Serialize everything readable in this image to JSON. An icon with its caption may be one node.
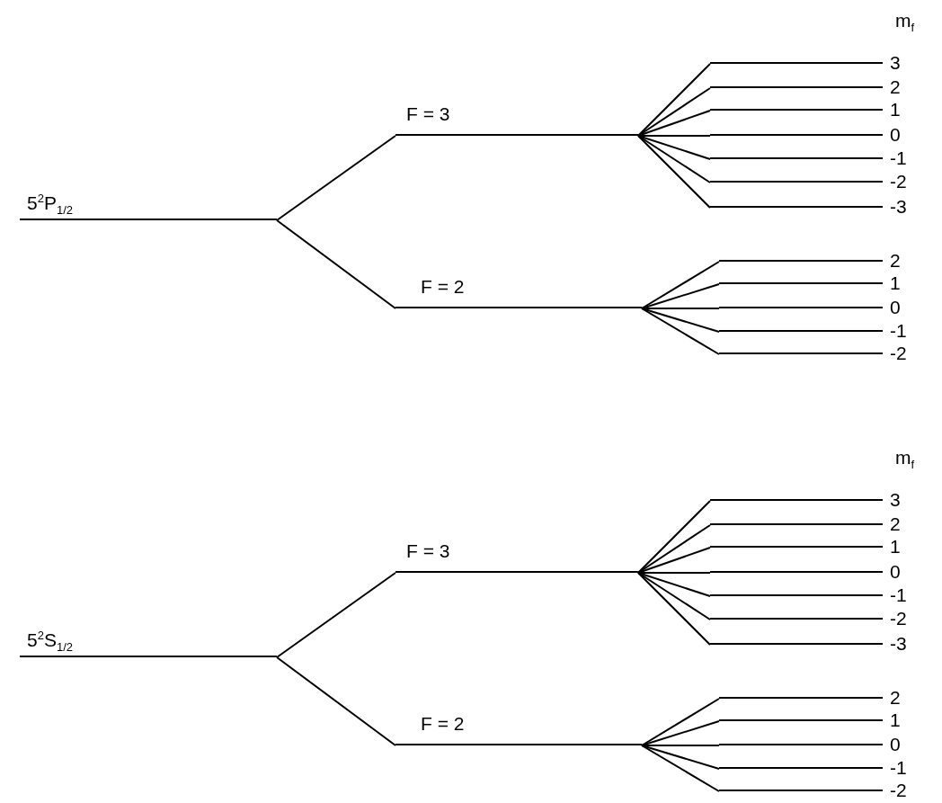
{
  "diagram": {
    "nodes": [
      {
        "text": [
          "5$^{2}$P$_{1/2}$"
        ]
      },
      {
        "text": [
          "F = 3"
        ]
      },
      {
        "text": [
          "3"
        ]
      },
      {
        "text": [
          "2"
        ]
      },
      {
        "text": [
          "1"
        ]
      },
      {
        "text": [
          "0"
        ]
      },
      {
        "text": [
          "-1"
        ]
      },
      {
        "text": [
          "-2"
        ]
      },
      {
        "text": [
          "-3"
        ]
      },
      {
        "text": [
          "F = 2"
        ]
      },
      {
        "text": [
          "2"
        ]
      },
      {
        "text": [
          "1"
        ]
      },
      {
        "text": [
          "0"
        ]
      },
      {
        "text": [
          "-1"
        ]
      },
      {
        "text": [
          "-2"
        ]
      },
      {
        "text": [
          "5$^{2}$S$_{1/2}$"
        ]
      },
      {
        "text": [
          "F = 3"
        ]
      },
      {
        "text": [
          "3"
        ]
      },
      {
        "text": [
          "2"
        ]
      },
      {
        "text": [
          "1"
        ]
      },
      {
        "text": [
          "0"
        ]
      },
      {
        "text": [
          "-1"
        ]
      },
      {
        "text": [
          "-2"
        ]
      },
      {
        "text": [
          "-3"
        ]
      },
      {
        "text": [
          "F = 2"
        ]
      },
      {
        "text": [
          "2"
        ]
      },
      {
        "text": [
          "1"
        ]
      },
      {
        "text": [
          "0"
        ]
      },
      {
        "text": [
          "-1"
        ]
      },
      {
        "text": [
          "-2"
        ]
      }
    ],
    "edges": [
      {
        "from": 0,
        "to": 1,
        "arrow": "none"
      },
      {
        "from": 0,
        "to": 9,
        "arrow": "none"
      },
      {
        "from": 1,
        "to": 2,
        "arrow": "none"
      },
      {
        "from": 1,
        "to": 3,
        "arrow": "none"
      },
      {
        "from": 1,
        "to": 4,
        "arrow": "none"
      },
      {
        "from": 1,
        "to": 5,
        "arrow": "none"
      },
      {
        "from": 1,
        "to": 6,
        "arrow": "none"
      },
      {
        "from": 1,
        "to": 7,
        "arrow": "none"
      },
      {
        "from": 1,
        "to": 8,
        "arrow": "none"
      },
      {
        "from": 9,
        "to": 10,
        "arrow": "none"
      },
      {
        "from": 9,
        "to": 11,
        "arrow": "none"
      },
      {
        "from": 9,
        "to": 12,
        "arrow": "none"
      },
      {
        "from": 9,
        "to": 13,
        "arrow": "none"
      },
      {
        "from": 9,
        "to": 14,
        "arrow": "none"
      },
      {
        "from": 15,
        "to": 16,
        "arrow": "none"
      },
      {
        "from": 15,
        "to": 24,
        "arrow": "none"
      },
      {
        "from": 16,
        "to": 17,
        "arrow": "none"
      },
      {
        "from": 16,
        "to": 18,
        "arrow": "none"
      },
      {
        "from": 16,
        "to": 19,
        "arrow": "none"
      },
      {
        "from": 16,
        "to": 20,
        "arrow": "none"
      },
      {
        "from": 16,
        "to": 21,
        "arrow": "none"
      },
      {
        "from": 16,
        "to": 22,
        "arrow": "none"
      },
      {
        "from": 16,
        "to": 23,
        "arrow": "none"
      },
      {
        "from": 24,
        "to": 25,
        "arrow": "none"
      },
      {
        "from": 24,
        "to": 26,
        "arrow": "none"
      },
      {
        "from": 24,
        "to": 27,
        "arrow": "none"
      },
      {
        "from": 24,
        "to": 28,
        "arrow": "none"
      },
      {
        "from": 24,
        "to": 29,
        "arrow": "none"
      }
    ],
    "labels": [
      "m$_{f}$",
      "m$_{f}$"
    ]
  }
}
